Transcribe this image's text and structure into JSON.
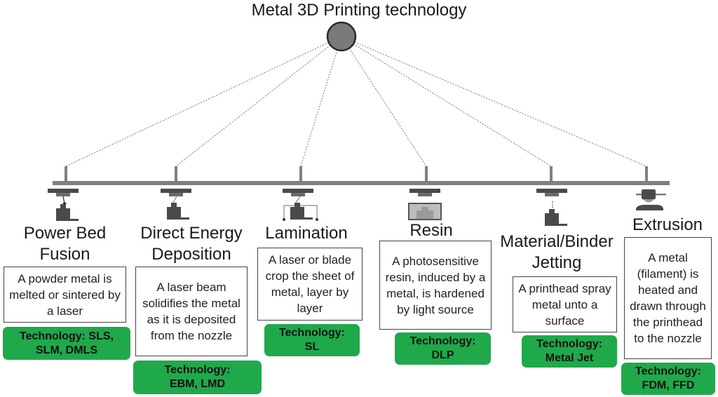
{
  "title": "Metal 3D Printing technology",
  "colors": {
    "badge_green": "#1fa94b",
    "hub_fill": "#7a7a7a",
    "bus_gray": "#808080",
    "icon_dark": "#4a4a4a"
  },
  "categories": [
    {
      "id": "powder-bed-fusion",
      "title_lines": [
        "Power Bed",
        "Fusion"
      ],
      "icon": "powder-bed-fusion-icon",
      "description": "A powder metal is melted or sintered by a laser",
      "technology_lines": [
        "Technology: SLS,",
        "SLM, DMLS"
      ]
    },
    {
      "id": "direct-energy-deposition",
      "title_lines": [
        "Direct Energy",
        "Deposition"
      ],
      "icon": "direct-energy-deposition-icon",
      "description": "A laser beam solidifies the metal as it is deposited from the nozzle",
      "technology_lines": [
        "Technology:",
        "EBM, LMD"
      ]
    },
    {
      "id": "lamination",
      "title_lines": [
        "Lamination"
      ],
      "icon": "lamination-icon",
      "description": "A laser or blade crop the sheet of metal, layer by layer",
      "technology_lines": [
        "Technology:",
        "SL"
      ]
    },
    {
      "id": "resin",
      "title_lines": [
        "Resin"
      ],
      "icon": "resin-vat-icon",
      "description": "A photosensitive resin, induced by a metal, is hardened by light source",
      "technology_lines": [
        "Technology:",
        "DLP"
      ]
    },
    {
      "id": "material-binder-jetting",
      "title_lines": [
        "Material/Binder",
        "Jetting"
      ],
      "icon": "jetting-printhead-icon",
      "description": "A printhead spray metal unto a surface",
      "technology_lines": [
        "Technology:",
        "Metal Jet"
      ]
    },
    {
      "id": "extrusion",
      "title_lines": [
        "Extrusion"
      ],
      "icon": "extrusion-nozzle-icon",
      "description": "A metal (filament) is heated and drawn through the printhead to the nozzle",
      "technology_lines": [
        "Technology:",
        "FDM, FFD"
      ]
    }
  ]
}
